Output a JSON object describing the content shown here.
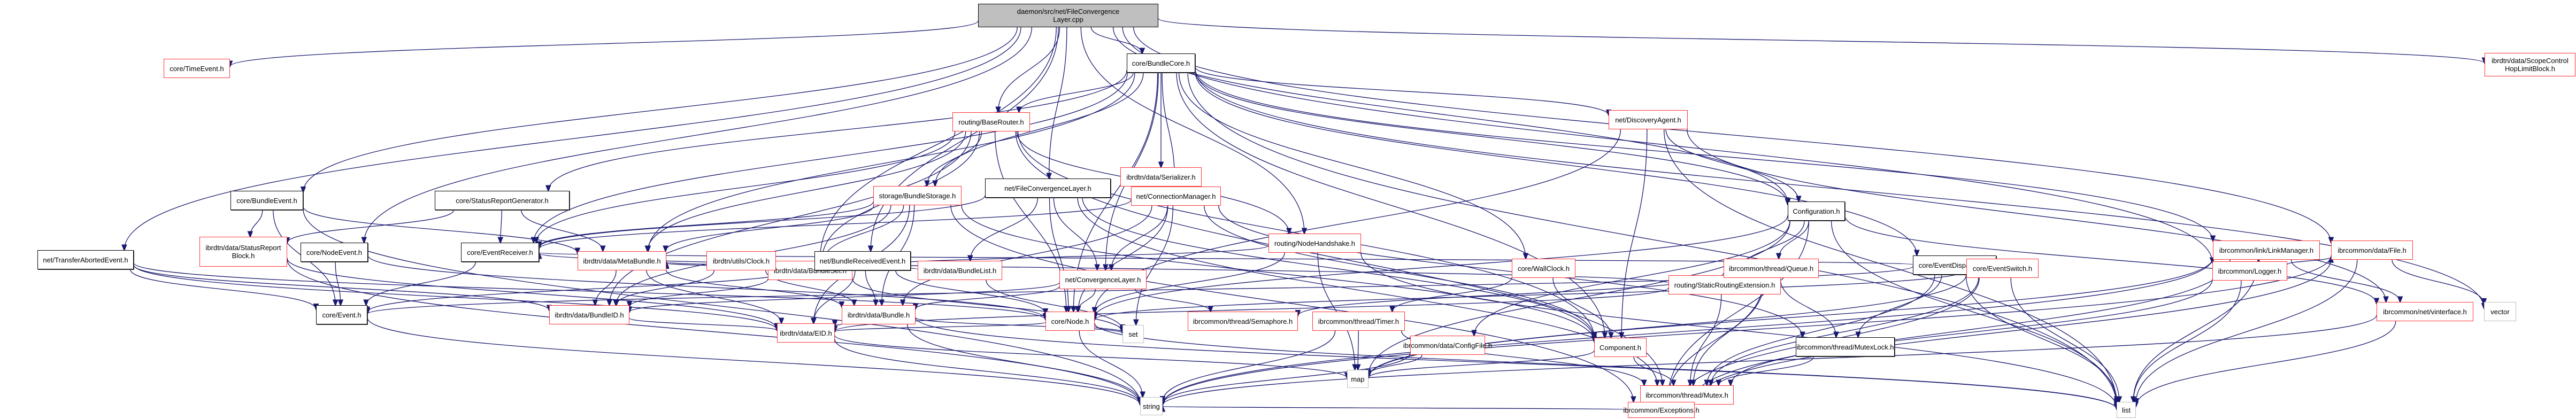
{
  "title": "daemon/src/net/FileConvergenceLayer.cpp include dependency graph",
  "colors": {
    "edge": "#191970",
    "root_fill": "#bfbfbf",
    "incomplete_border": "#ff3333",
    "system_border": "#bfbfbf",
    "normal_border": "#000000"
  },
  "nodes": [
    {
      "id": "root",
      "label": "daemon/src/net/FileConvergence\nLayer.cpp",
      "kind": "root"
    },
    {
      "id": "TimeEvent",
      "label": "core/TimeEvent.h",
      "kind": "red"
    },
    {
      "id": "BundleCore",
      "label": "core/BundleCore.h",
      "kind": "normal"
    },
    {
      "id": "ScopeControl",
      "label": "ibrdtn/data/ScopeControl\nHopLimitBlock.h",
      "kind": "red"
    },
    {
      "id": "BaseRouter",
      "label": "routing/BaseRouter.h",
      "kind": "red"
    },
    {
      "id": "Serializer",
      "label": "ibrdtn/data/Serializer.h",
      "kind": "red"
    },
    {
      "id": "DiscoveryAgent",
      "label": "net/DiscoveryAgent.h",
      "kind": "red"
    },
    {
      "id": "StatusReportGenerator",
      "label": "core/StatusReportGenerator.h",
      "kind": "normal"
    },
    {
      "id": "BundleStorage",
      "label": "storage/BundleStorage.h",
      "kind": "red"
    },
    {
      "id": "FileConvergenceLayerH",
      "label": "net/FileConvergenceLayer.h",
      "kind": "normal"
    },
    {
      "id": "NodeHandshake",
      "label": "routing/NodeHandshake.h",
      "kind": "red"
    },
    {
      "id": "Configuration",
      "label": "Configuration.h",
      "kind": "normal"
    },
    {
      "id": "BundleEvent",
      "label": "core/BundleEvent.h",
      "kind": "normal"
    },
    {
      "id": "BundleSet",
      "label": "ibrdtn/data/BundleSet.h",
      "kind": "red"
    },
    {
      "id": "BundleList",
      "label": "ibrdtn/data/BundleList.h",
      "kind": "red"
    },
    {
      "id": "ConnectionManager",
      "label": "net/ConnectionManager.h",
      "kind": "red"
    },
    {
      "id": "StaticRoutingExtension",
      "label": "routing/StaticRoutingExtension.h",
      "kind": "red"
    },
    {
      "id": "EventDispatcher",
      "label": "core/EventDispatcher.h",
      "kind": "normal"
    },
    {
      "id": "Logger",
      "label": "ibrcommon/Logger.h",
      "kind": "red"
    },
    {
      "id": "TransferAbortedEvent",
      "label": "net/TransferAbortedEvent.h",
      "kind": "normal"
    },
    {
      "id": "StatusReportBlock",
      "label": "ibrdtn/data/StatusReport\nBlock.h",
      "kind": "red"
    },
    {
      "id": "NodeEvent",
      "label": "core/NodeEvent.h",
      "kind": "normal"
    },
    {
      "id": "EventReceiver",
      "label": "core/EventReceiver.h",
      "kind": "normal"
    },
    {
      "id": "MetaBundle",
      "label": "ibrdtn/data/MetaBundle.h",
      "kind": "red"
    },
    {
      "id": "Clock",
      "label": "ibrdtn/utils/Clock.h",
      "kind": "red"
    },
    {
      "id": "BundleReceivedEvent",
      "label": "net/BundleReceivedEvent.h",
      "kind": "normal"
    },
    {
      "id": "ConvergenceLayer",
      "label": "net/ConvergenceLayer.h",
      "kind": "red"
    },
    {
      "id": "WallClock",
      "label": "core/WallClock.h",
      "kind": "red"
    },
    {
      "id": "Queue",
      "label": "ibrcommon/thread/Queue.h",
      "kind": "red"
    },
    {
      "id": "EventSwitch",
      "label": "core/EventSwitch.h",
      "kind": "red"
    },
    {
      "id": "LinkManager",
      "label": "ibrcommon/link/LinkManager.h",
      "kind": "red"
    },
    {
      "id": "File",
      "label": "ibrcommon/data/File.h",
      "kind": "red"
    },
    {
      "id": "Event",
      "label": "core/Event.h",
      "kind": "normal"
    },
    {
      "id": "BundleID",
      "label": "ibrdtn/data/BundleID.h",
      "kind": "red"
    },
    {
      "id": "Bundle",
      "label": "ibrdtn/data/Bundle.h",
      "kind": "red"
    },
    {
      "id": "Node",
      "label": "core/Node.h",
      "kind": "red"
    },
    {
      "id": "Semaphore",
      "label": "ibrcommon/thread/Semaphore.h",
      "kind": "red"
    },
    {
      "id": "Timer",
      "label": "ibrcommon/thread/Timer.h",
      "kind": "red"
    },
    {
      "id": "Component",
      "label": "Component.h",
      "kind": "red"
    },
    {
      "id": "MutexLock",
      "label": "ibrcommon/thread/MutexLock.h",
      "kind": "normal"
    },
    {
      "id": "vinterface",
      "label": "ibrcommon/net/vinterface.h",
      "kind": "red"
    },
    {
      "id": "vector",
      "label": "vector",
      "kind": "system"
    },
    {
      "id": "EID",
      "label": "ibrdtn/data/EID.h",
      "kind": "red"
    },
    {
      "id": "set",
      "label": "set",
      "kind": "system"
    },
    {
      "id": "list",
      "label": "list",
      "kind": "system"
    },
    {
      "id": "ConfigFile",
      "label": "ibrcommon/data/ConfigFile.h",
      "kind": "red"
    },
    {
      "id": "Mutex",
      "label": "ibrcommon/thread/Mutex.h",
      "kind": "red"
    },
    {
      "id": "map",
      "label": "map",
      "kind": "system"
    },
    {
      "id": "Exceptions",
      "label": "ibrcommon/Exceptions.h",
      "kind": "red"
    },
    {
      "id": "string",
      "label": "string",
      "kind": "system"
    }
  ],
  "edges": [
    [
      "root",
      "TimeEvent"
    ],
    [
      "root",
      "BundleCore"
    ],
    [
      "root",
      "ScopeControl"
    ],
    [
      "root",
      "BaseRouter"
    ],
    [
      "root",
      "FileConvergenceLayerH"
    ],
    [
      "root",
      "NodeHandshake"
    ],
    [
      "root",
      "Configuration"
    ],
    [
      "root",
      "BundleEvent"
    ],
    [
      "root",
      "TransferAbortedEvent"
    ],
    [
      "root",
      "NodeEvent"
    ],
    [
      "root",
      "BundleSet"
    ],
    [
      "root",
      "BundleReceivedEvent"
    ],
    [
      "root",
      "Logger"
    ],
    [
      "root",
      "File"
    ],
    [
      "root",
      "StorageNull"
    ],
    [
      "BundleCore",
      "Serializer"
    ],
    [
      "BundleCore",
      "DiscoveryAgent"
    ],
    [
      "BundleCore",
      "StatusReportGenerator"
    ],
    [
      "BundleCore",
      "BaseRouter"
    ],
    [
      "BundleCore",
      "ConnectionManager"
    ],
    [
      "BundleCore",
      "Configuration"
    ],
    [
      "BundleCore",
      "EventDispatcher"
    ],
    [
      "BundleCore",
      "WallClock"
    ],
    [
      "BundleCore",
      "BundleStorage"
    ],
    [
      "BundleCore",
      "Component"
    ],
    [
      "BundleCore",
      "Node"
    ],
    [
      "BundleCore",
      "list"
    ],
    [
      "BundleCore",
      "vector"
    ],
    [
      "BundleCore",
      "MetaBundle"
    ],
    [
      "BundleCore",
      "ConvergenceLayer"
    ],
    [
      "BundleCore",
      "EventReceiver"
    ],
    [
      "BundleCore",
      "LinkManager"
    ],
    [
      "BaseRouter",
      "BundleStorage"
    ],
    [
      "BaseRouter",
      "BundleSet"
    ],
    [
      "BaseRouter",
      "NodeHandshake"
    ],
    [
      "BaseRouter",
      "EventReceiver"
    ],
    [
      "BaseRouter",
      "MetaBundle"
    ],
    [
      "BaseRouter",
      "Component"
    ],
    [
      "BaseRouter",
      "Mutex"
    ],
    [
      "BaseRouter",
      "Node"
    ],
    [
      "BaseRouter",
      "BundleID"
    ],
    [
      "DiscoveryAgent",
      "Configuration"
    ],
    [
      "DiscoveryAgent",
      "Node"
    ],
    [
      "DiscoveryAgent",
      "Component"
    ],
    [
      "DiscoveryAgent",
      "list"
    ],
    [
      "DiscoveryAgent",
      "vinterface"
    ],
    [
      "StatusReportGenerator",
      "StatusReportBlock"
    ],
    [
      "StatusReportGenerator",
      "EventReceiver"
    ],
    [
      "StatusReportGenerator",
      "MetaBundle"
    ],
    [
      "BundleStorage",
      "BundleSet"
    ],
    [
      "BundleStorage",
      "EventReceiver"
    ],
    [
      "BundleStorage",
      "BundleID"
    ],
    [
      "BundleStorage",
      "MetaBundle"
    ],
    [
      "BundleStorage",
      "Bundle"
    ],
    [
      "BundleStorage",
      "EID"
    ],
    [
      "BundleStorage",
      "Exceptions"
    ],
    [
      "BundleStorage",
      "Component"
    ],
    [
      "FileConvergenceLayerH",
      "BundleList"
    ],
    [
      "FileConvergenceLayerH",
      "ConvergenceLayer"
    ],
    [
      "FileConvergenceLayerH",
      "Node"
    ],
    [
      "FileConvergenceLayerH",
      "Component"
    ],
    [
      "FileConvergenceLayerH",
      "Mutex"
    ],
    [
      "FileConvergenceLayerH",
      "EventReceiver"
    ],
    [
      "NodeHandshake",
      "BundleSet"
    ],
    [
      "NodeHandshake",
      "Node"
    ],
    [
      "NodeHandshake",
      "list"
    ],
    [
      "NodeHandshake",
      "map"
    ],
    [
      "Configuration",
      "StaticRoutingExtension"
    ],
    [
      "Configuration",
      "Node"
    ],
    [
      "Configuration",
      "Queue"
    ],
    [
      "Configuration",
      "ConfigFile"
    ],
    [
      "Configuration",
      "list"
    ],
    [
      "Configuration",
      "map"
    ],
    [
      "Configuration",
      "Exceptions"
    ],
    [
      "Configuration",
      "vinterface"
    ],
    [
      "BundleEvent",
      "StatusReportBlock"
    ],
    [
      "BundleEvent",
      "Event"
    ],
    [
      "BundleEvent",
      "MetaBundle"
    ],
    [
      "BundleEvent",
      "string"
    ],
    [
      "BundleSet",
      "MetaBundle"
    ],
    [
      "BundleSet",
      "set"
    ],
    [
      "BundleSet",
      "BundleID"
    ],
    [
      "BundleList",
      "MetaBundle"
    ],
    [
      "BundleList",
      "set"
    ],
    [
      "ConnectionManager",
      "ConvergenceLayer"
    ],
    [
      "ConnectionManager",
      "Node"
    ],
    [
      "ConnectionManager",
      "EventReceiver"
    ],
    [
      "ConnectionManager",
      "Component"
    ],
    [
      "ConnectionManager",
      "MutexLock"
    ],
    [
      "ConnectionManager",
      "set"
    ],
    [
      "ConnectionManager",
      "Bundle"
    ],
    [
      "StaticRoutingExtension",
      "Queue"
    ],
    [
      "StaticRoutingExtension",
      "Mutex"
    ],
    [
      "StaticRoutingExtension",
      "EventReceiver"
    ],
    [
      "StaticRoutingExtension",
      "EID"
    ],
    [
      "EventDispatcher",
      "EventSwitch"
    ],
    [
      "EventDispatcher",
      "MutexLock"
    ],
    [
      "EventDispatcher",
      "list"
    ],
    [
      "EventDispatcher",
      "Mutex"
    ],
    [
      "EventDispatcher",
      "Event"
    ],
    [
      "EventDispatcher",
      "EventReceiver"
    ],
    [
      "Logger",
      "LinkManager"
    ],
    [
      "Logger",
      "File"
    ],
    [
      "Logger",
      "list"
    ],
    [
      "Logger",
      "Mutex"
    ],
    [
      "TransferAbortedEvent",
      "Event"
    ],
    [
      "TransferAbortedEvent",
      "Node"
    ],
    [
      "TransferAbortedEvent",
      "EID"
    ],
    [
      "TransferAbortedEvent",
      "BundleID"
    ],
    [
      "StatusReportBlock",
      "EID"
    ],
    [
      "StatusReportBlock",
      "string"
    ],
    [
      "NodeEvent",
      "Event"
    ],
    [
      "NodeEvent",
      "Node"
    ],
    [
      "EventReceiver",
      "Event"
    ],
    [
      "MetaBundle",
      "BundleID"
    ],
    [
      "MetaBundle",
      "Bundle"
    ],
    [
      "MetaBundle",
      "EID"
    ],
    [
      "Clock",
      "BundleID"
    ],
    [
      "Clock",
      "Bundle"
    ],
    [
      "BundleReceivedEvent",
      "Bundle"
    ],
    [
      "BundleReceivedEvent",
      "EID"
    ],
    [
      "BundleReceivedEvent",
      "Event"
    ],
    [
      "BundleReceivedEvent",
      "Node"
    ],
    [
      "ConvergenceLayer",
      "Node"
    ],
    [
      "ConvergenceLayer",
      "BundleID"
    ],
    [
      "ConvergenceLayer",
      "Bundle"
    ],
    [
      "ConvergenceLayer",
      "Semaphore"
    ],
    [
      "WallClock",
      "Component"
    ],
    [
      "WallClock",
      "Timer"
    ],
    [
      "Queue",
      "MutexLock"
    ],
    [
      "Queue",
      "Mutex"
    ],
    [
      "Queue",
      "Exceptions"
    ],
    [
      "Queue",
      "Semaphore"
    ],
    [
      "EventSwitch",
      "list"
    ],
    [
      "EventSwitch",
      "Mutex"
    ],
    [
      "EventSwitch",
      "map"
    ],
    [
      "EventSwitch",
      "Exceptions"
    ],
    [
      "EventSwitch",
      "Node"
    ],
    [
      "LinkManager",
      "vinterface"
    ],
    [
      "LinkManager",
      "list"
    ],
    [
      "LinkManager",
      "Exceptions"
    ],
    [
      "LinkManager",
      "map"
    ],
    [
      "LinkManager",
      "string"
    ],
    [
      "File",
      "vector"
    ],
    [
      "File",
      "list"
    ],
    [
      "File",
      "string"
    ],
    [
      "File",
      "Exceptions"
    ],
    [
      "Event",
      "string"
    ],
    [
      "BundleID",
      "EID"
    ],
    [
      "Bundle",
      "EID"
    ],
    [
      "Bundle",
      "set"
    ],
    [
      "Bundle",
      "list"
    ],
    [
      "Bundle",
      "string"
    ],
    [
      "Node",
      "EID"
    ],
    [
      "Node",
      "set"
    ],
    [
      "Node",
      "string"
    ],
    [
      "Node",
      "list"
    ],
    [
      "Timer",
      "Mutex"
    ],
    [
      "Timer",
      "map"
    ],
    [
      "Timer",
      "string"
    ],
    [
      "Component",
      "Mutex"
    ],
    [
      "Component",
      "map"
    ],
    [
      "MutexLock",
      "Mutex"
    ],
    [
      "vinterface",
      "list"
    ],
    [
      "vinterface",
      "string"
    ],
    [
      "EID",
      "string"
    ],
    [
      "EID",
      "map"
    ],
    [
      "ConfigFile",
      "map"
    ],
    [
      "ConfigFile",
      "string"
    ],
    [
      "Mutex",
      "Exceptions"
    ],
    [
      "Exceptions",
      "string"
    ]
  ]
}
